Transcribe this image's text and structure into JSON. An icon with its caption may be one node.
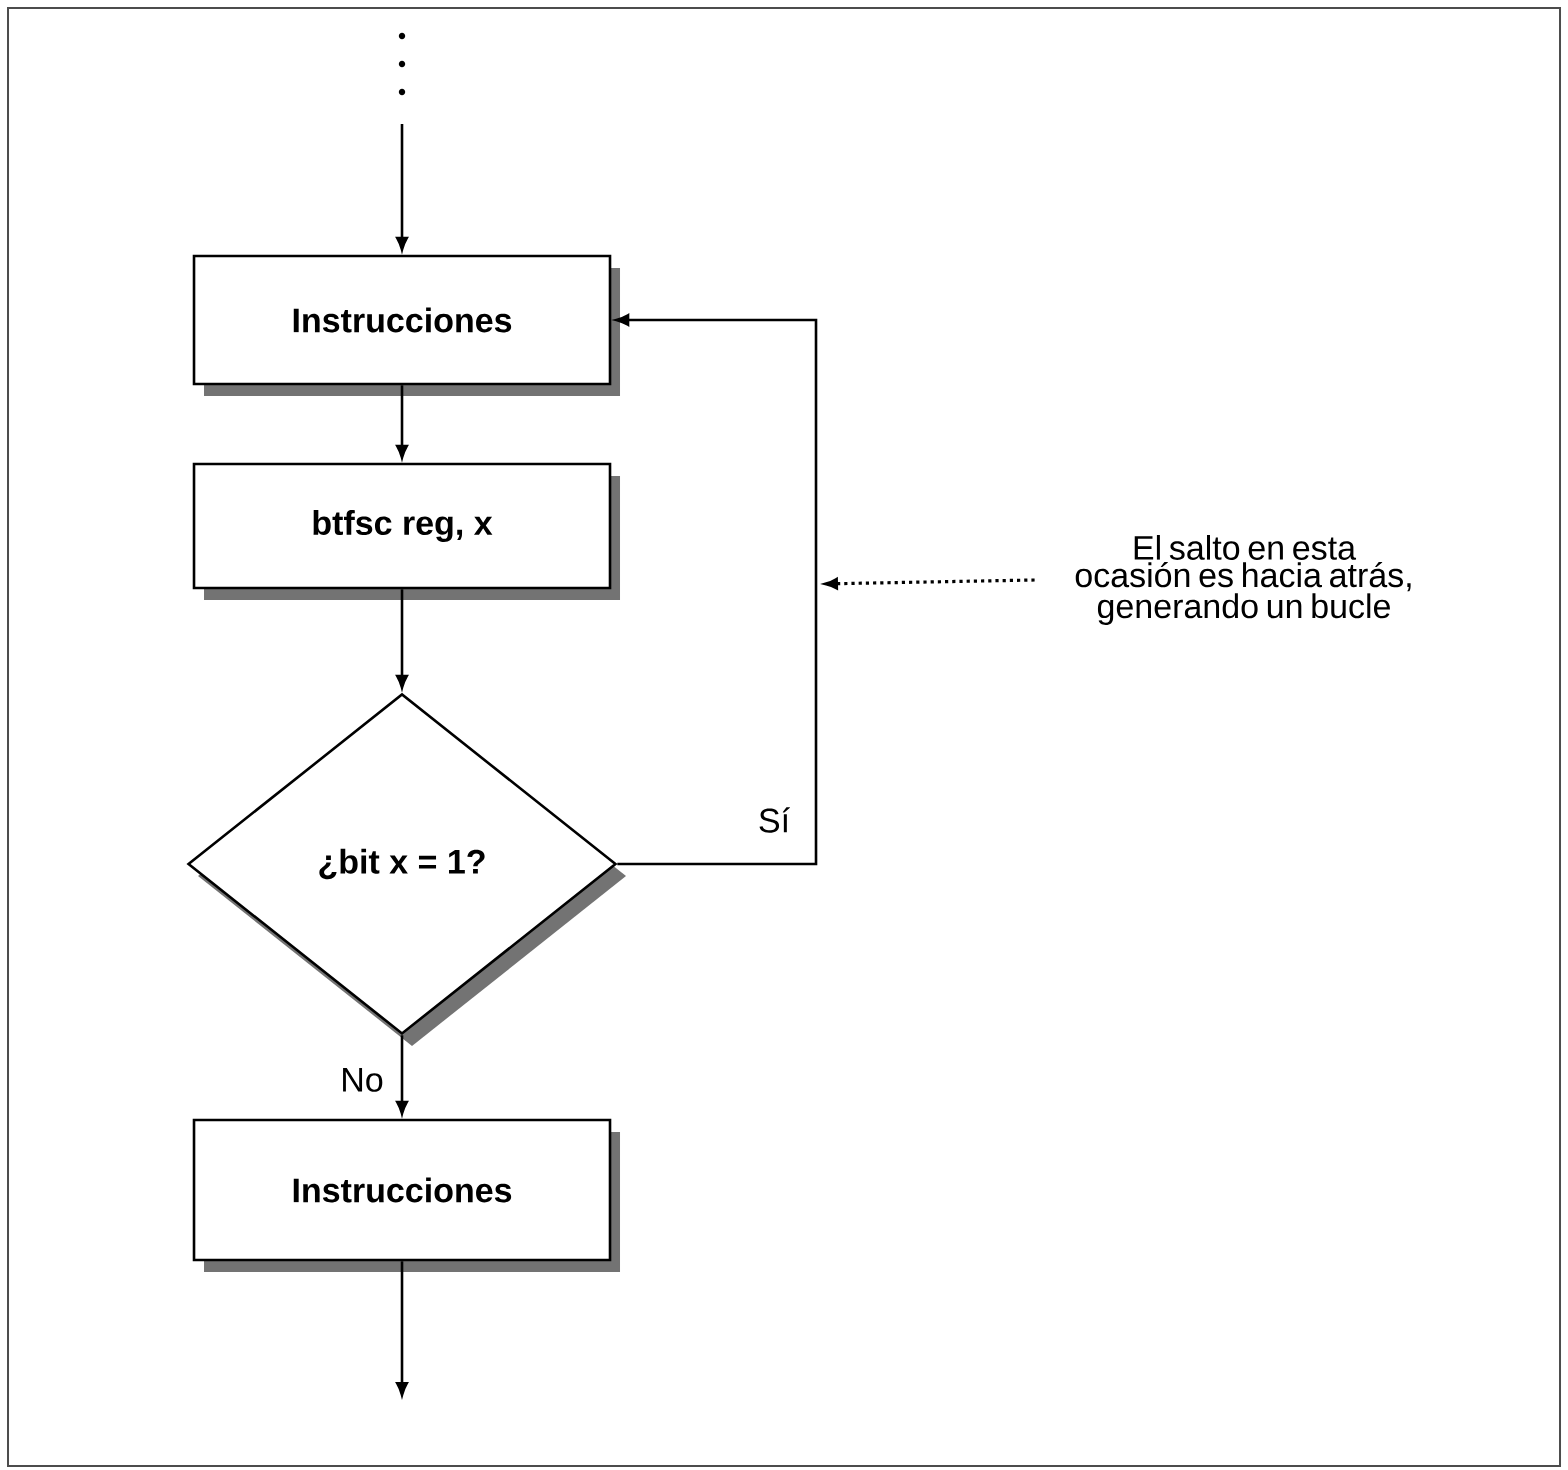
{
  "diagram": {
    "nodes": [
      {
        "text": [
          "Instrucciones"
        ]
      },
      {
        "text": [
          "btfsc reg, x"
        ]
      },
      {
        "text": [
          "¿bit x = 1?"
        ]
      },
      {
        "text": [
          "Instrucciones"
        ]
      },
      {
        "text": [
          "El salto en esta ocasión es hacia atrás, generando un bucle"
        ]
      }
    ],
    "edges": [
      {
        "from": null,
        "to": 0,
        "arrow": "to"
      },
      {
        "from": 0,
        "to": 1,
        "arrow": "to"
      },
      {
        "from": 1,
        "to": 2,
        "arrow": "to"
      },
      {
        "from": 2,
        "to": 3,
        "arrow": "to",
        "label": "No"
      },
      {
        "from": 2,
        "to": 0,
        "arrow": "to",
        "label": "Sí"
      },
      {
        "from": 3,
        "to": null,
        "arrow": "to"
      },
      {
        "from": 4,
        "to": null,
        "arrow": "to",
        "style": "dashed"
      }
    ]
  }
}
